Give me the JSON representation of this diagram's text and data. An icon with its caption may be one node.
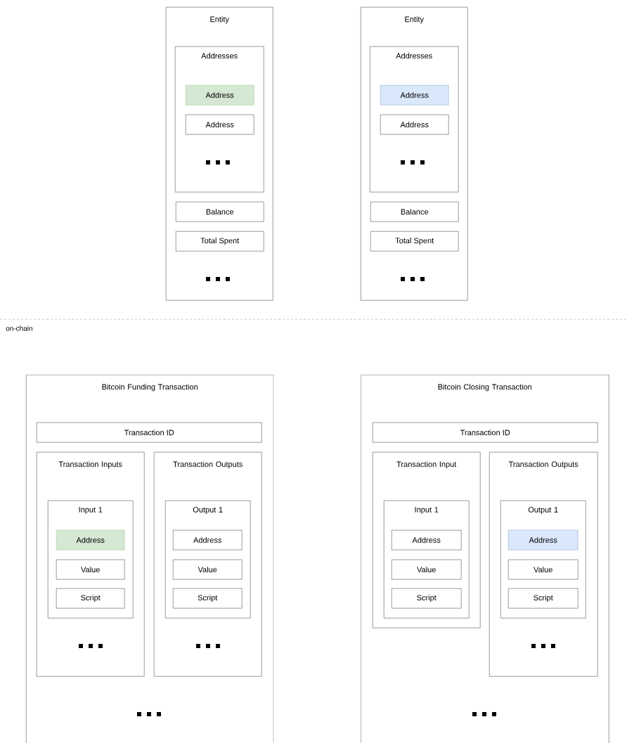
{
  "diagram": {
    "nodes": [
      {
        "text": [
          "Entity"
        ]
      },
      {
        "text": [
          "Addresses"
        ],
        "in": 0
      },
      {
        "text": [
          "Address"
        ],
        "in": 1
      },
      {
        "text": [
          "Address"
        ],
        "in": 1
      },
      {
        "text": [
          "Balance"
        ],
        "in": 0
      },
      {
        "text": [
          "Total Spent"
        ],
        "in": 0
      },
      {
        "text": [
          "Entity"
        ]
      },
      {
        "text": [
          "Addresses"
        ],
        "in": 6
      },
      {
        "text": [
          "Address"
        ],
        "in": 7
      },
      {
        "text": [
          "Address"
        ],
        "in": 7
      },
      {
        "text": [
          "Balance"
        ],
        "in": 6
      },
      {
        "text": [
          "Total Spent"
        ],
        "in": 6
      },
      {
        "text": [
          "Bitcoin Funding Transaction"
        ]
      },
      {
        "text": [
          "Transaction ID"
        ],
        "in": 12
      },
      {
        "text": [
          "Transaction Inputs"
        ],
        "in": 12
      },
      {
        "text": [
          "Input 1"
        ],
        "in": 14
      },
      {
        "text": [
          "Address"
        ],
        "in": 15
      },
      {
        "text": [
          "Value"
        ],
        "in": 15
      },
      {
        "text": [
          "Script"
        ],
        "in": 15
      },
      {
        "text": [
          "Transaction Outputs"
        ],
        "in": 12
      },
      {
        "text": [
          "Output 1"
        ],
        "in": 19
      },
      {
        "text": [
          "Address"
        ],
        "in": 20
      },
      {
        "text": [
          "Value"
        ],
        "in": 20
      },
      {
        "text": [
          "Script"
        ],
        "in": 20
      },
      {
        "text": [
          "Bitcoin Closing Transaction"
        ]
      },
      {
        "text": [
          "Transaction ID"
        ],
        "in": 24
      },
      {
        "text": [
          "Transaction Input"
        ],
        "in": 24
      },
      {
        "text": [
          "Input 1"
        ],
        "in": 26
      },
      {
        "text": [
          "Address"
        ],
        "in": 27
      },
      {
        "text": [
          "Value"
        ],
        "in": 27
      },
      {
        "text": [
          "Script"
        ],
        "in": 27
      },
      {
        "text": [
          "Transaction Outputs"
        ],
        "in": 24
      },
      {
        "text": [
          "Output 1"
        ],
        "in": 31
      },
      {
        "text": [
          "Address"
        ],
        "in": 32
      },
      {
        "text": [
          "Value"
        ],
        "in": 32
      },
      {
        "text": [
          "Script"
        ],
        "in": 32
      }
    ],
    "labels": [
      "on-chain"
    ]
  }
}
